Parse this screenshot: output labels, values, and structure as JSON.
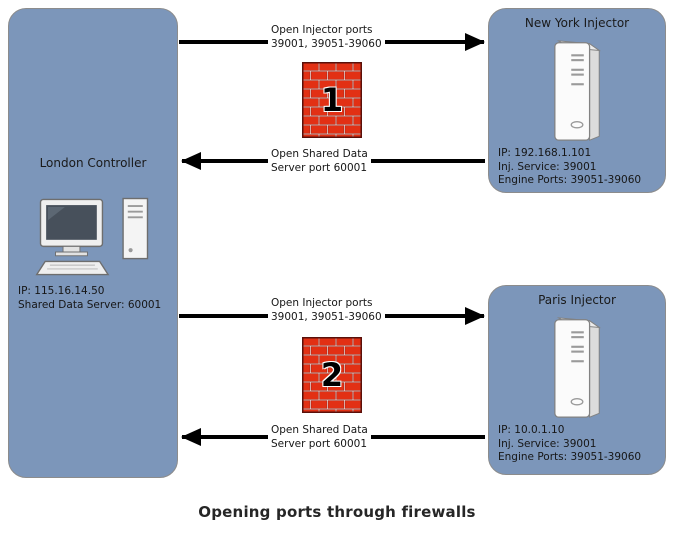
{
  "caption": "Opening ports through firewalls",
  "colors": {
    "node_fill": "#7C96BA",
    "node_border": "#8C8C8C",
    "firewall_brick": "#E23014",
    "arrow": "#000000",
    "background": "#FFFFFF"
  },
  "nodes": {
    "london": {
      "title": "London Controller",
      "icon": "desktop-computer-icon",
      "details": [
        "IP: 115.16.14.50",
        "Shared Data Server: 60001"
      ]
    },
    "new_york": {
      "title": "New York Injector",
      "icon": "server-tower-icon",
      "details": [
        "IP: 192.168.1.101",
        "Inj. Service: 39001",
        "Engine Ports: 39051-39060"
      ]
    },
    "paris": {
      "title": "Paris Injector",
      "icon": "server-tower-icon",
      "details": [
        "IP: 10.0.1.10",
        "Inj. Service: 39001",
        "Engine Ports: 39051-39060"
      ]
    }
  },
  "firewalls": [
    {
      "label": "1",
      "icon": "brick-wall-icon"
    },
    {
      "label": "2",
      "icon": "brick-wall-icon"
    }
  ],
  "flows": {
    "to_new_york": {
      "line1": "Open Injector ports",
      "line2": "39001, 39051-39060"
    },
    "from_new_york": {
      "line1": "Open Shared Data",
      "line2": "Server port 60001"
    },
    "to_paris": {
      "line1": "Open Injector ports",
      "line2": "39001, 39051-39060"
    },
    "from_paris": {
      "line1": "Open Shared Data",
      "line2": "Server port 60001"
    }
  }
}
